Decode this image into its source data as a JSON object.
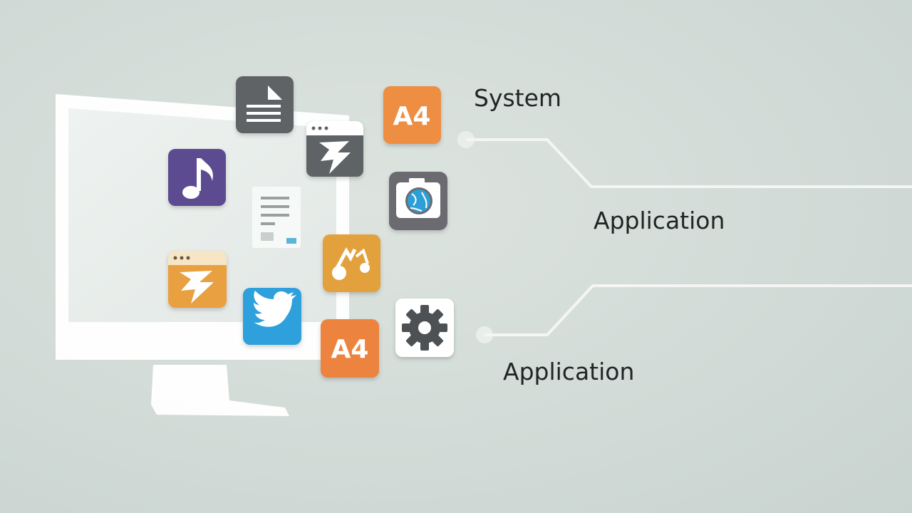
{
  "labels": {
    "system": "System",
    "application_upper": "Application",
    "application_lower": "Application"
  },
  "icons": [
    {
      "name": "document-icon",
      "color": "#5f6466"
    },
    {
      "name": "a4-paper-icon",
      "text": "A4",
      "color": "#ee8e43"
    },
    {
      "name": "browser-lightning-icon",
      "color": "#5f6466"
    },
    {
      "name": "music-note-icon",
      "color": "#5d4b91"
    },
    {
      "name": "camera-globe-icon",
      "color": "#6b6a70"
    },
    {
      "name": "file-list-icon",
      "color": "#f2f4f3"
    },
    {
      "name": "music-notes-icon",
      "color": "#e3a13e"
    },
    {
      "name": "browser-lightning-orange-icon",
      "color": "#e9a040"
    },
    {
      "name": "twitter-bird-icon",
      "color": "#2ea0dc"
    },
    {
      "name": "a4-paper-icon",
      "text": "A4",
      "color": "#ec8440"
    },
    {
      "name": "gear-icon",
      "color": "#ffffff"
    }
  ],
  "colors": {
    "background": "#d3dbd7",
    "monitor": "#ffffff",
    "connector_line": "#f3f6f4",
    "label_text": "#1f2526"
  }
}
